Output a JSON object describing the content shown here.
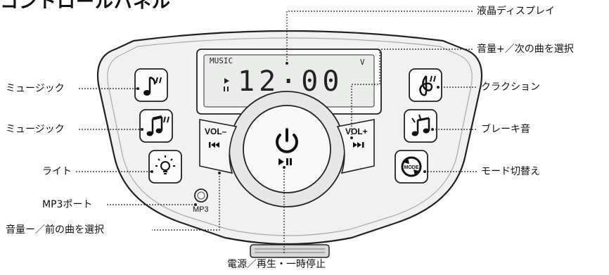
{
  "title": "コントロールパネル",
  "lcd": {
    "mode": "MUSIC",
    "time": "12·00",
    "unit": "V"
  },
  "panel": {
    "vol_minus": "VOL–",
    "vol_plus": "VOL+",
    "mp3_label": "MP3"
  },
  "labels": {
    "lcd_display": "液晶ディスプレイ",
    "vol_up_next": "音量+／次の曲を選択",
    "music1": "ミュージック",
    "music2": "ミュージック",
    "horn": "クラクション",
    "brake": "ブレーキ音",
    "light": "ライト",
    "mode_switch": "モード切替え",
    "mp3_port": "MP3ポート",
    "vol_down_prev": "音量ー／前の曲を選択",
    "power_play": "電源／再生・一時停止"
  },
  "colors": {
    "panel_fill": "#f1f1f1",
    "panel_stroke": "#222222",
    "lcd_fill": "#e9ece9"
  }
}
